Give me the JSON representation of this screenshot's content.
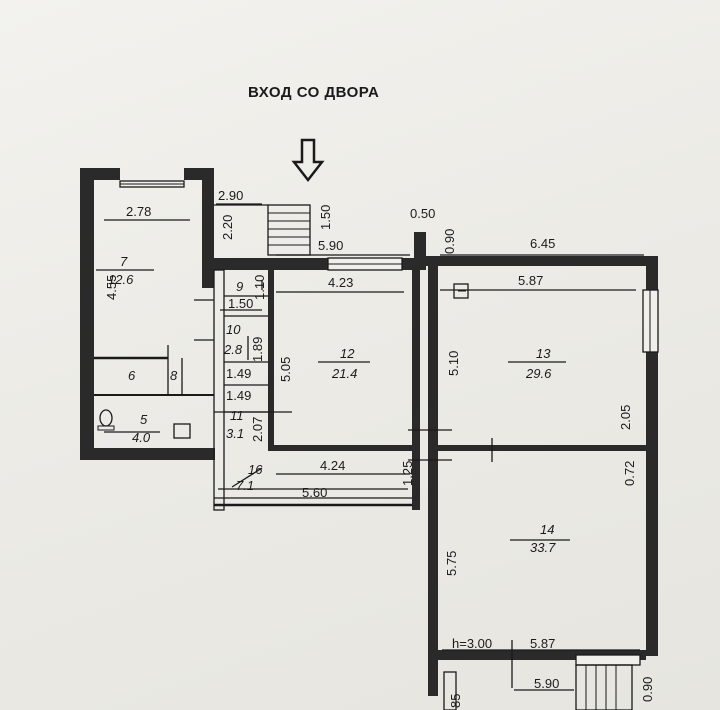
{
  "plan": {
    "title": "ВХОД СО ДВОРА",
    "height_note": "h=3.00",
    "dimensions": {
      "d_2_90": "2.90",
      "d_2_78": "2.78",
      "d_2_20": "2.20",
      "d_1_50_top": "1.50",
      "d_5_90_top": "5.90",
      "d_0_50": "0.50",
      "d_0_90_top": "0.90",
      "d_6_45": "6.45",
      "d_4_55": "4.55",
      "d_4_23": "4.23",
      "d_5_87_top": "5.87",
      "d_1_10": "1.10",
      "d_1_50_mid": "1.50",
      "d_1_89": "1.89",
      "d_5_05": "5.05",
      "d_5_10": "5.10",
      "d_1_49_a": "1.49",
      "d_1_49_b": "1.49",
      "d_2_07": "2.07",
      "d_2_05": "2.05",
      "d_4_24": "4.24",
      "d_0_72": "0.72",
      "d_1_25": "1.25",
      "d_5_60": "5.60",
      "d_5_75": "5.75",
      "d_5_87_bottom": "5.87",
      "d_5_90_bottom": "5.90",
      "d_0_90_bottom": "0.90",
      "d_85": "85"
    },
    "rooms": [
      {
        "num": "7",
        "area": "12.6"
      },
      {
        "num": "9",
        "area": ""
      },
      {
        "num": "10",
        "area": "2.8"
      },
      {
        "num": "6",
        "area": ""
      },
      {
        "num": "8",
        "area": ""
      },
      {
        "num": "5",
        "area": "4.0"
      },
      {
        "num": "11",
        "area": "3.1"
      },
      {
        "num": "12",
        "area": "21.4"
      },
      {
        "num": "13",
        "area": "29.6"
      },
      {
        "num": "14",
        "area": "33.7"
      },
      {
        "num": "16",
        "area": "7.1"
      }
    ]
  }
}
